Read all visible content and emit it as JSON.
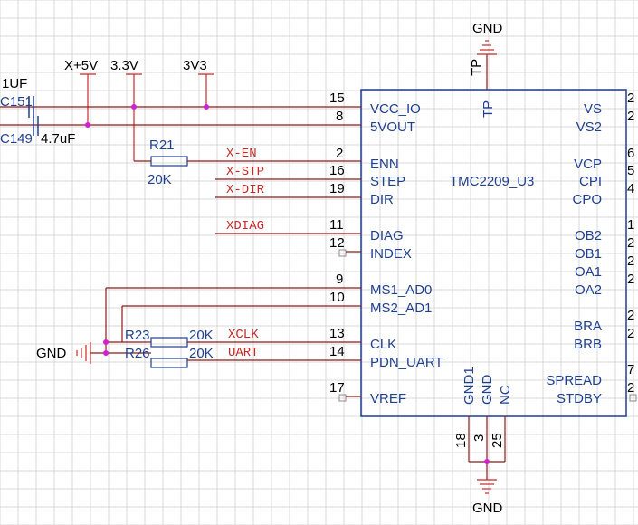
{
  "colors": {
    "wire": "#8b1a1a",
    "power": "#c82828",
    "chip": "#1f3f8f",
    "net_label": "#c82828",
    "junction": "#d020d0",
    "grid": "#d9d9d9",
    "component": "#1f3f8f"
  },
  "power": {
    "gnd_top": "GND",
    "gnd_bottom": "GND",
    "gnd_left": "GND",
    "x5v": "X+5V",
    "v3_3": "3.3V",
    "v3v3": "3V3",
    "tp_top": "TP"
  },
  "components": {
    "cap_value_a": "1UF",
    "cap_ref_a": "C151",
    "cap_ref_b": "C149",
    "cap_value_b": "4.7uF",
    "r21_ref": "R21",
    "r21_value": "20K",
    "r23_ref": "R23",
    "r23_value": "20K",
    "r26_ref": "R26",
    "r26_value": "20K"
  },
  "nets": {
    "x_en": "X-EN",
    "x_stp": "X-STP",
    "x_dir": "X-DIR",
    "xdiag": "XDIAG",
    "xclk": "XCLK",
    "uart": "UART"
  },
  "chip": {
    "name": "TMC2209_U3",
    "left_pins": [
      {
        "num": "15",
        "name": "VCC_IO"
      },
      {
        "num": "8",
        "name": "5VOUT"
      },
      {
        "num": "2",
        "name": "ENN"
      },
      {
        "num": "16",
        "name": "STEP"
      },
      {
        "num": "19",
        "name": "DIR"
      },
      {
        "num": "11",
        "name": "DIAG"
      },
      {
        "num": "12",
        "name": "INDEX"
      },
      {
        "num": "9",
        "name": "MS1_AD0"
      },
      {
        "num": "10",
        "name": "MS2_AD1"
      },
      {
        "num": "13",
        "name": "CLK"
      },
      {
        "num": "14",
        "name": "PDN_UART"
      },
      {
        "num": "17",
        "name": "VREF"
      }
    ],
    "right_pins": [
      {
        "num": "2",
        "name": "VS"
      },
      {
        "num": "2",
        "name": "VS2"
      },
      {
        "num": "6",
        "name": "VCP"
      },
      {
        "num": "5",
        "name": "CPI"
      },
      {
        "num": "4",
        "name": "CPO"
      },
      {
        "num": "1",
        "name": "OB2"
      },
      {
        "num": "2",
        "name": "OB1"
      },
      {
        "num": "2",
        "name": "OA1"
      },
      {
        "num": "2",
        "name": "OA2"
      },
      {
        "num": "2",
        "name": "BRA"
      },
      {
        "num": "2",
        "name": "BRB"
      },
      {
        "num": "7",
        "name": "SPREAD"
      },
      {
        "num": "2",
        "name": "STDBY"
      }
    ],
    "top_pin": {
      "name": "TP"
    },
    "bottom_pins": [
      {
        "num": "18",
        "name": "GND1"
      },
      {
        "num": "3",
        "name": "GND"
      },
      {
        "num": "25",
        "name": "NC"
      }
    ]
  }
}
